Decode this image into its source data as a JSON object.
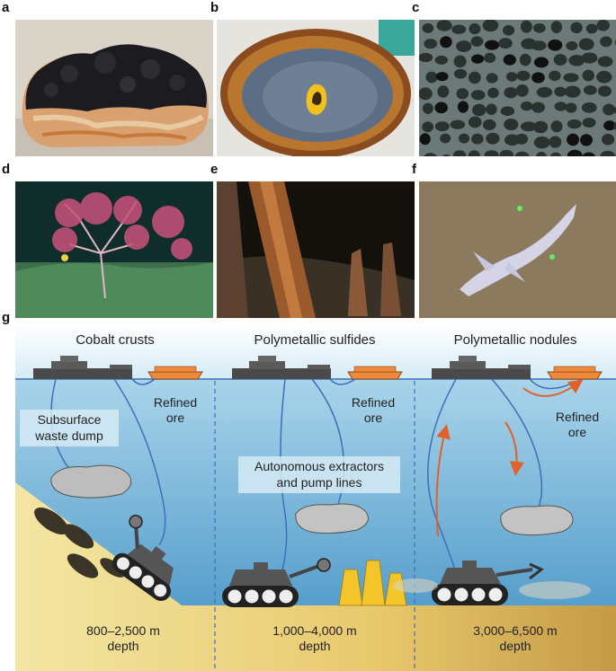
{
  "panels": {
    "a": "a",
    "b": "b",
    "c": "c",
    "d": "d",
    "e": "e",
    "f": "f",
    "g": "g"
  },
  "diagram": {
    "sections": [
      {
        "title": "Cobalt crusts",
        "depth_line1": "800–2,500 m",
        "depth_line2": "depth"
      },
      {
        "title": "Polymetallic sulfides",
        "depth_line1": "1,000–4,000 m",
        "depth_line2": "depth"
      },
      {
        "title": "Polymetallic nodules",
        "depth_line1": "3,000–6,500 m",
        "depth_line2": "depth"
      }
    ],
    "refined_ore": [
      "Refined",
      "ore"
    ],
    "waste_dump": [
      "Subsurface",
      "waste dump"
    ],
    "extractors": [
      "Autonomous extractors",
      "and pump lines"
    ]
  },
  "colors": {
    "sky": "#dff0f8",
    "water_top": "#a9d4ea",
    "water_bottom": "#3e8fc4",
    "seabed_light": "#f3e6a3",
    "seabed_dark": "#c59a45",
    "pipe": "#3e6fb8",
    "arrow": "#e0622a",
    "ship": "#4a4a4a",
    "barge": "#ef8a3c"
  }
}
